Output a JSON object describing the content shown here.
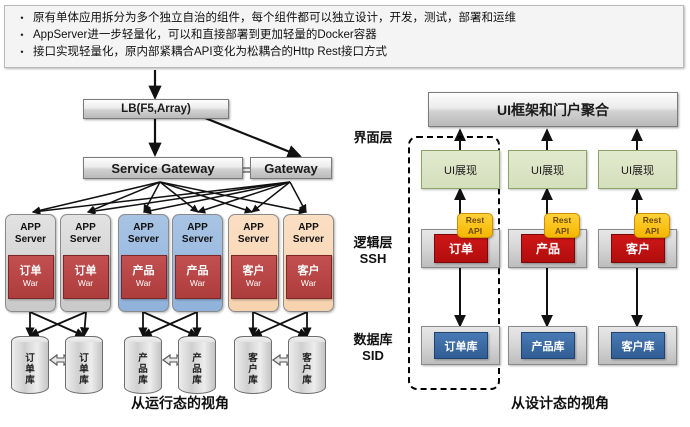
{
  "bullets": [
    "原有单体应用拆分为多个独立自治的组件，每个组件都可以独立设计，开发，测试，部署和运维",
    "AppServer进一步轻量化，可以和直接部署到更加轻量的Docker容器",
    "接口实现轻量化，原内部紧耦合API变化为松耦合的Http Rest接口方式"
  ],
  "bullet_marker": "•",
  "runtime_view": {
    "caption": "从运行态的视角",
    "lb": "LB(F5,Array)",
    "service_gateway": "Service Gateway",
    "gateway": "Gateway",
    "app_servers": [
      {
        "title_line1": "APP",
        "title_line2": "Server",
        "war_name": "订单",
        "war_suffix": "War",
        "color": "gray"
      },
      {
        "title_line1": "APP",
        "title_line2": "Server",
        "war_name": "订单",
        "war_suffix": "War",
        "color": "gray"
      },
      {
        "title_line1": "APP",
        "title_line2": "Server",
        "war_name": "产品",
        "war_suffix": "War",
        "color": "blue"
      },
      {
        "title_line1": "APP",
        "title_line2": "Server",
        "war_name": "产品",
        "war_suffix": "War",
        "color": "blue"
      },
      {
        "title_line1": "APP",
        "title_line2": "Server",
        "war_name": "客户",
        "war_suffix": "War",
        "color": "peach"
      },
      {
        "title_line1": "APP",
        "title_line2": "Server",
        "war_name": "客户",
        "war_suffix": "War",
        "color": "peach"
      }
    ],
    "databases": [
      {
        "chars": [
          "订",
          "单",
          "库"
        ]
      },
      {
        "chars": [
          "订",
          "单",
          "库"
        ]
      },
      {
        "chars": [
          "产",
          "品",
          "库"
        ]
      },
      {
        "chars": [
          "产",
          "品",
          "库"
        ]
      },
      {
        "chars": [
          "客",
          "户",
          "库"
        ]
      },
      {
        "chars": [
          "客",
          "户",
          "库"
        ]
      }
    ]
  },
  "design_view": {
    "caption": "从设计态的视角",
    "header": "UI框架和门户聚合",
    "layers": [
      {
        "line1": "界面层",
        "line2": ""
      },
      {
        "line1": "逻辑层",
        "line2": "SSH"
      },
      {
        "line1": "数据库",
        "line2": "SID"
      }
    ],
    "columns": [
      {
        "ui": "UI展现",
        "rest_line1": "Rest",
        "rest_line2": "API",
        "service": "订单",
        "db": "订单库"
      },
      {
        "ui": "UI展现",
        "rest_line1": "Rest",
        "rest_line2": "API",
        "service": "产品",
        "db": "产品库"
      },
      {
        "ui": "UI展现",
        "rest_line1": "Rest",
        "rest_line2": "API",
        "service": "客户",
        "db": "客户库"
      }
    ]
  },
  "colors": {
    "war_red": "#b84040",
    "service_red": "#c21414",
    "db_blue": "#3a6ea5",
    "ui_green": "#dbe4c6",
    "rest_yellow": "#f5b600",
    "app_blue": "#9bb9e0",
    "app_peach": "#f9d7b8",
    "app_gray": "#d5d5d5"
  }
}
